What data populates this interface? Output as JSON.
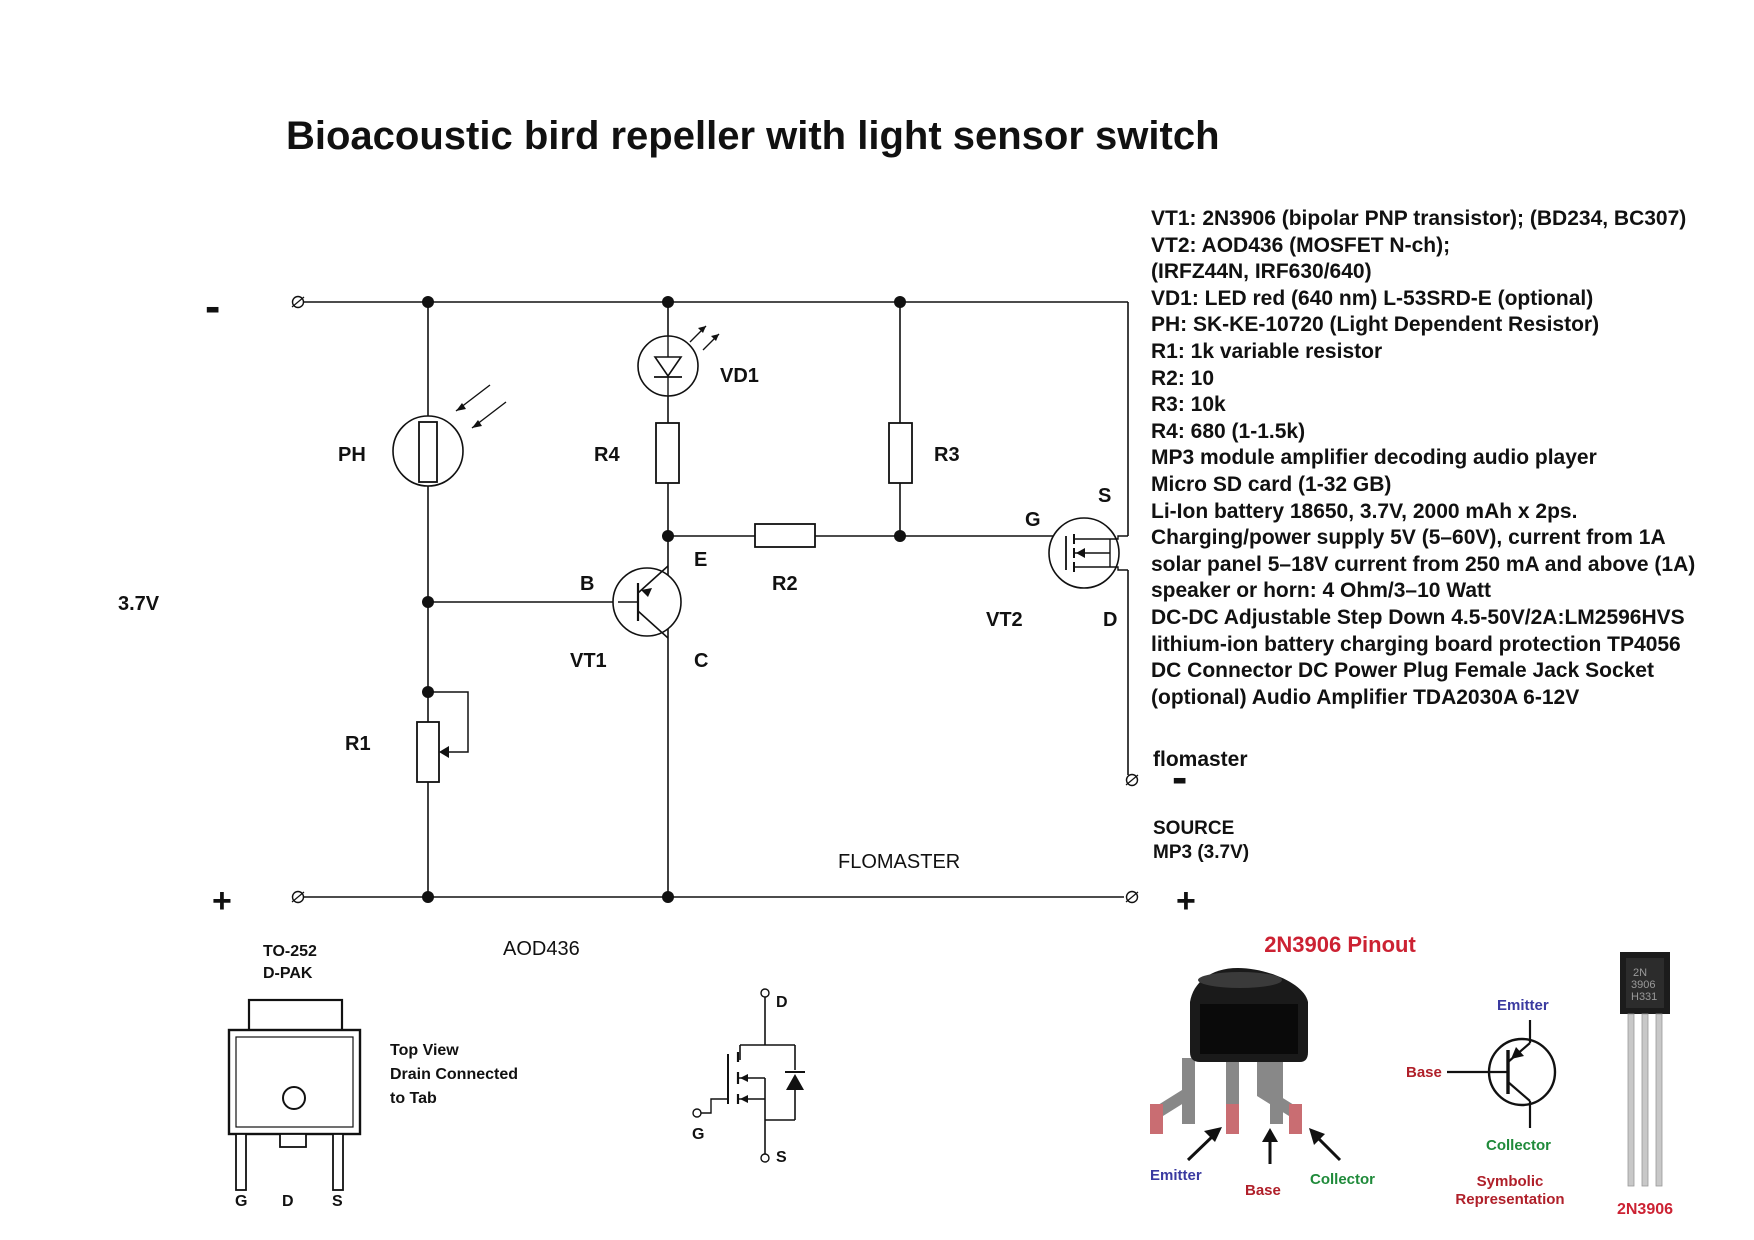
{
  "title": "Bioacoustic bird repeller with light sensor switch",
  "parts_list": [
    "VT1: 2N3906 (bipolar PNP transistor); (BD234, BC307)",
    "VT2: AOD436 (MOSFET N-ch);",
    "(IRFZ44N, IRF630/640)",
    "VD1: LED red (640 nm) L-53SRD-E (optional)",
    "PH: SK-KE-10720 (Light Dependent Resistor)",
    "R1: 1k variable resistor",
    "R2: 10",
    "R3: 10k",
    "R4: 680 (1-1.5k)",
    "MP3 module amplifier decoding audio player",
    "Micro SD card (1-32 GB)",
    "Li-Ion battery 18650, 3.7V, 2000 mAh x 2ps.",
    "Charging/power supply 5V (5–60V), current from 1A",
    "solar panel 5–18V current from 250 mA and above (1A)",
    "speaker or horn: 4 Ohm/3–10 Watt",
    "DC-DC Adjustable Step Down 4.5-50V/2A:LM2596HVS",
    "lithium-ion battery charging board protection TP4056",
    "DC Connector DC Power Plug Female Jack Socket",
    "(optional) Audio Amplifier TDA2030A 6-12V"
  ],
  "author": "flomaster",
  "source_label_1": "SOURCE",
  "source_label_2": "MP3 (3.7V)",
  "watermark": "FLOMASTER",
  "supply_voltage": "3.7V",
  "terminals": {
    "minus": "-",
    "plus": "+"
  },
  "components": {
    "ph": "PH",
    "r1": "R1",
    "r2": "R2",
    "r3": "R3",
    "r4": "R4",
    "vd1": "VD1",
    "vt1": "VT1",
    "vt2": "VT2"
  },
  "pins": {
    "b": "B",
    "e": "E",
    "c": "C",
    "g": "G",
    "s": "S",
    "d": "D"
  },
  "dpak": {
    "package_1": "TO-252",
    "package_2": "D-PAK",
    "note_1": "Top View",
    "note_2": "Drain Connected",
    "note_3": "to Tab",
    "pin_g": "G",
    "pin_d": "D",
    "pin_s": "S"
  },
  "mosfet_symbol": {
    "title": "AOD436",
    "pin_d": "D",
    "pin_g": "G",
    "pin_s": "S"
  },
  "pinout": {
    "title": "2N3906 Pinout",
    "emitter": "Emitter",
    "base": "Base",
    "collector": "Collector",
    "sym_emitter": "Emitter",
    "sym_base": "Base",
    "sym_collector": "Collector",
    "symbolic_1": "Symbolic",
    "symbolic_2": "Representation",
    "photo_label": "2N3906",
    "marking_1": "2N",
    "marking_2": "3906",
    "marking_3": "H331"
  },
  "colors": {
    "line": "#111111",
    "pinout_title": "#cc2233",
    "emitter": "#3a3aa0",
    "base": "#b0202a",
    "collector": "#1f8a3a"
  }
}
